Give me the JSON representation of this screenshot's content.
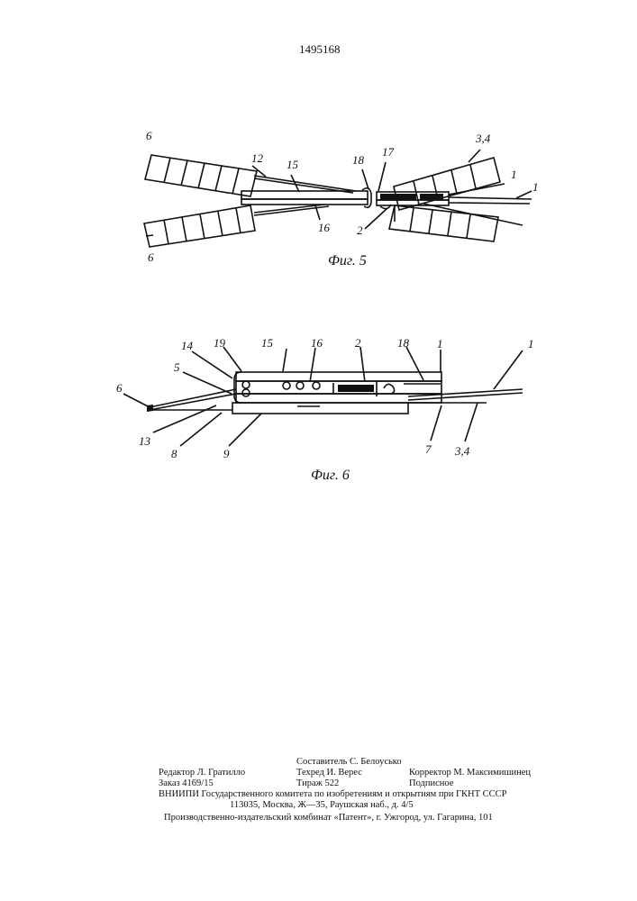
{
  "patent_number": "1495168",
  "figures": [
    {
      "caption": "Фиг. 5",
      "labels": [
        "6",
        "12",
        "15",
        "18",
        "17",
        "3,4",
        "1",
        "1",
        "16",
        "2",
        "6"
      ]
    },
    {
      "caption": "Фиг. 6",
      "labels": [
        "14",
        "19",
        "15",
        "16",
        "2",
        "18",
        "1",
        "1",
        "5",
        "6",
        "13",
        "8",
        "9",
        "7",
        "3,4"
      ]
    }
  ],
  "footer": {
    "compiler": "Составитель С. Белоусько",
    "editor": "Редактор Л. Гратилло",
    "techred": "Техред И. Верес",
    "corrector": "Корректор М. Максимишинец",
    "order": "Заказ 4169/15",
    "circulation": "Тираж 522",
    "subscription": "Подписное",
    "institute": "ВНИИПИ Государственного комитета по изобретениям и открытиям при ГКНТ СССР",
    "address": "113035, Москва, Ж—35, Раушская наб., д. 4/5",
    "publisher": "Производственно-издательский комбинат «Патент», г. Ужгород, ул. Гагарина, 101"
  }
}
